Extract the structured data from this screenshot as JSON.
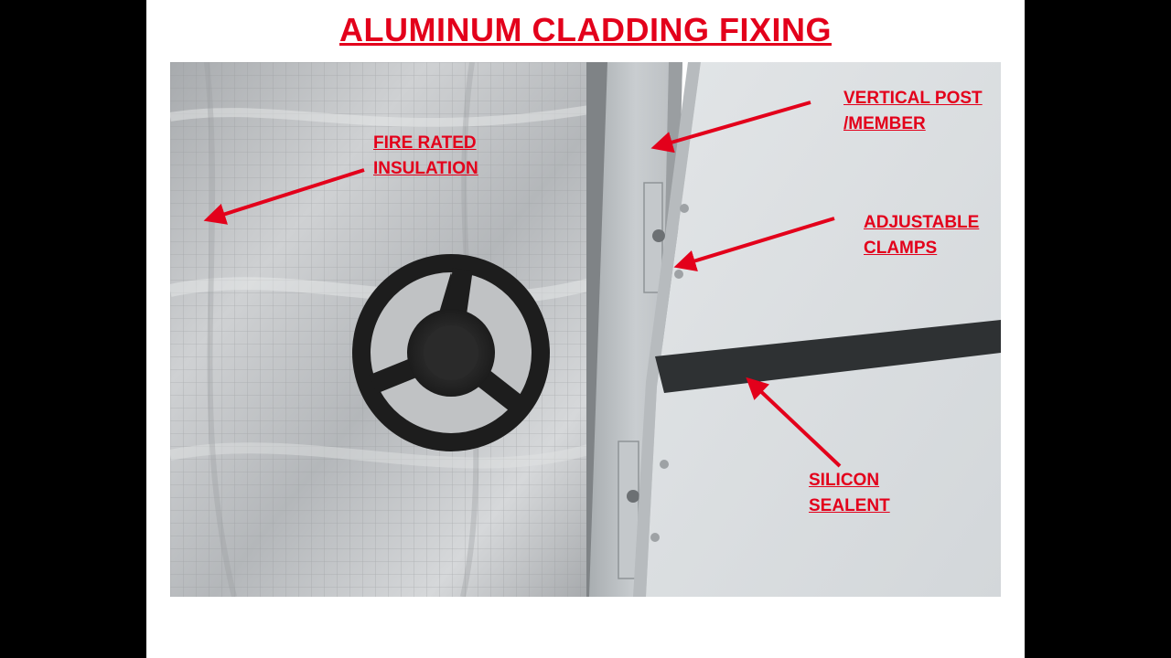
{
  "title": "ALUMINUM CLADDING FIXING",
  "labels": {
    "fire_rated_insulation": {
      "line1": "FIRE RATED",
      "line2": "INSULATION"
    },
    "vertical_post": {
      "line1": "VERTICAL POST",
      "line2": "/MEMBER"
    },
    "adjustable_clamps": {
      "line1": "ADJUSTABLE",
      "line2": "CLAMPS"
    },
    "silicon_sealent": {
      "line1": "SILICON",
      "line2": "SEALENT"
    }
  },
  "colors": {
    "annotation": "#e3001b",
    "background": "#000000",
    "slide": "#ffffff"
  }
}
